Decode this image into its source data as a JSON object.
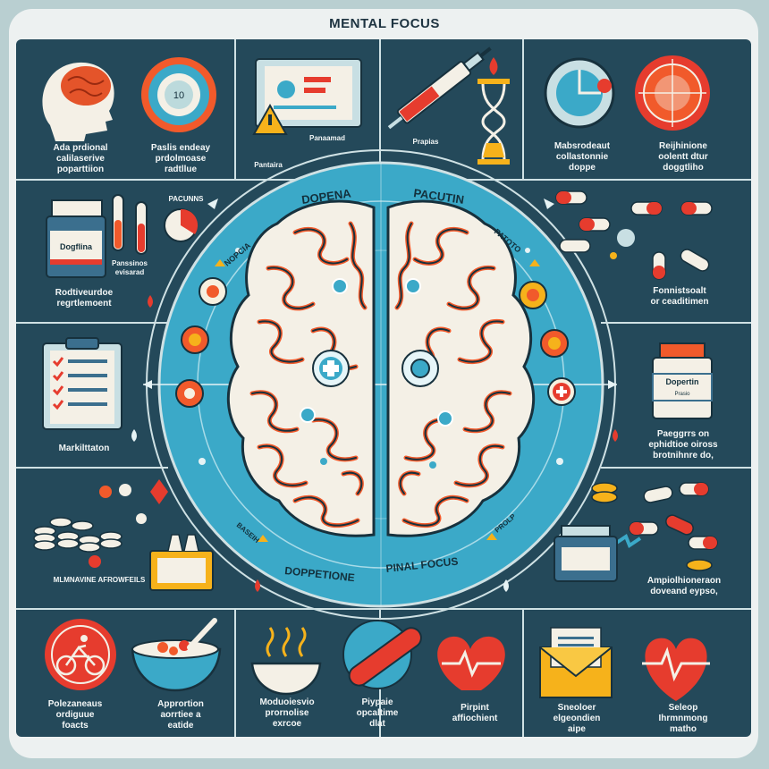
{
  "title": "MENTAL FOCUS",
  "labels": {
    "top_1": "Ada prdional\ncalilaserive\npoparttiion",
    "top_1_badge": "10",
    "top_2": "Paslis endeay\nprdolmoase\nradtllue",
    "top_3": "Panaamad",
    "top_3b": "Pantaira",
    "top_4": "Prapias",
    "top_5": "Mabsrodeaut\ncollastonnie\ndoppe",
    "top_6": "Reijhinione\noolentt dtur\ndoggtliho",
    "left_1_bottle": "Dogflina",
    "left_1_sub": "Panssinos\nevisarad",
    "left_1": "Rodtiveurdoe\nregrtlemoent",
    "left_1_tag": "PACUNNS",
    "left_2": "Markilttaton",
    "left_3_strip": "MLMNAVINE AFROWFEILS",
    "right_1": "Fonnistsoalt\nor ceaditimen",
    "right_2_bottle": "Dopertin",
    "right_2_sub": "Prasio",
    "right_2": "Paeggrrs on\nephidtioe oiross\nbrotnihnre do,",
    "right_3": "Ampiolhioneraon\ndoveand eypso,",
    "center_top_left": "DOPENA",
    "center_top_right": "PACUTIN",
    "center_mid_left": "NOPCIA",
    "center_mid_right": "PATOTO",
    "center_bot_left": "DOPPETIONE",
    "center_bot_right": "PINAL FOCUS",
    "center_bot_small_left": "BASEIH",
    "center_bot_small_right": "PROLP",
    "bottom_1": "Polezaneaus\nordiguue\nfoacts",
    "bottom_2": "Apprortion\naorrtiee a\neatide",
    "bottom_3": "Moduoiesvio\nprornolise\nexrcoe",
    "bottom_4": "Piypaie\nopcaltime\ndlat",
    "bottom_5": "Pirpint\naffiochient",
    "bottom_6": "Sneoloer\nelgeondien\naipe",
    "bottom_7": "Seleop\nIhrmnmong\nmatho"
  },
  "colors": {
    "panel": "#24495a",
    "cyan": "#3ba9c8",
    "orange": "#f15a2b",
    "red": "#e63c2e",
    "yellow": "#f6b21b",
    "cream": "#f4f0e6"
  },
  "icons": [
    "head-brain-icon",
    "target-clock-icon",
    "monitor-icon",
    "warning-icon",
    "syringe-icon",
    "hourglass-dna-icon",
    "lens-icon",
    "target-icon",
    "medicine-bottle-icon",
    "test-tube-icon",
    "pie-icon",
    "pill-icon",
    "clipboard-checklist-icon",
    "bottle-icon",
    "coins-icon",
    "bicycle-icon",
    "bowl-icon",
    "heart-pulse-icon",
    "envelope-icon"
  ]
}
